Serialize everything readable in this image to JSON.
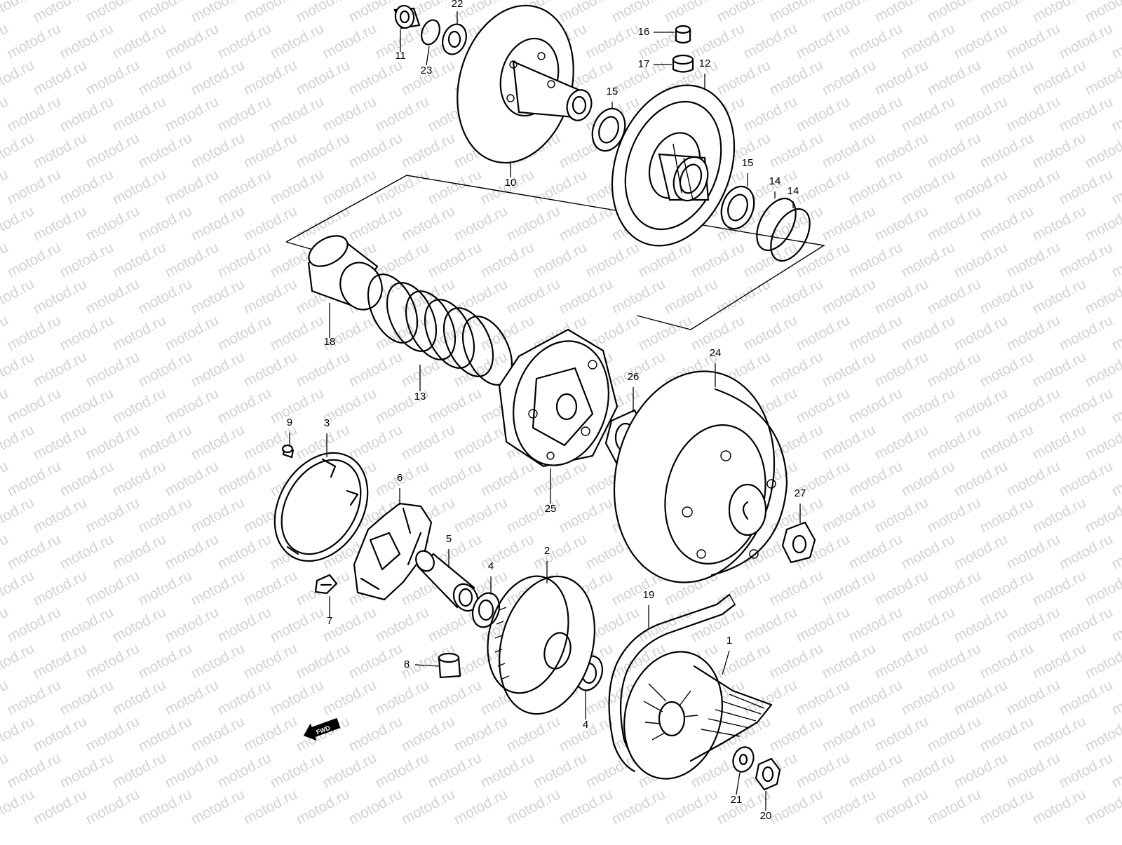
{
  "watermark_text": "motod.ru",
  "callouts": [
    {
      "id": "p1",
      "label": "1"
    },
    {
      "id": "p2",
      "label": "2"
    },
    {
      "id": "p3",
      "label": "3"
    },
    {
      "id": "p4a",
      "label": "4"
    },
    {
      "id": "p4b",
      "label": "4"
    },
    {
      "id": "p5",
      "label": "5"
    },
    {
      "id": "p6",
      "label": "6"
    },
    {
      "id": "p7",
      "label": "7"
    },
    {
      "id": "p8",
      "label": "8"
    },
    {
      "id": "p9",
      "label": "9"
    },
    {
      "id": "p10",
      "label": "10"
    },
    {
      "id": "p11",
      "label": "11"
    },
    {
      "id": "p12",
      "label": "12"
    },
    {
      "id": "p13",
      "label": "13"
    },
    {
      "id": "p14a",
      "label": "14"
    },
    {
      "id": "p14b",
      "label": "14"
    },
    {
      "id": "p15a",
      "label": "15"
    },
    {
      "id": "p15b",
      "label": "15"
    },
    {
      "id": "p16",
      "label": "16"
    },
    {
      "id": "p17",
      "label": "17"
    },
    {
      "id": "p18",
      "label": "18"
    },
    {
      "id": "p19",
      "label": "19"
    },
    {
      "id": "p20",
      "label": "20"
    },
    {
      "id": "p21",
      "label": "21"
    },
    {
      "id": "p22",
      "label": "22"
    },
    {
      "id": "p23",
      "label": "23"
    },
    {
      "id": "p24",
      "label": "24"
    },
    {
      "id": "p25",
      "label": "25"
    },
    {
      "id": "p26",
      "label": "26"
    },
    {
      "id": "p27",
      "label": "27"
    }
  ],
  "fwd_label": "FWD"
}
